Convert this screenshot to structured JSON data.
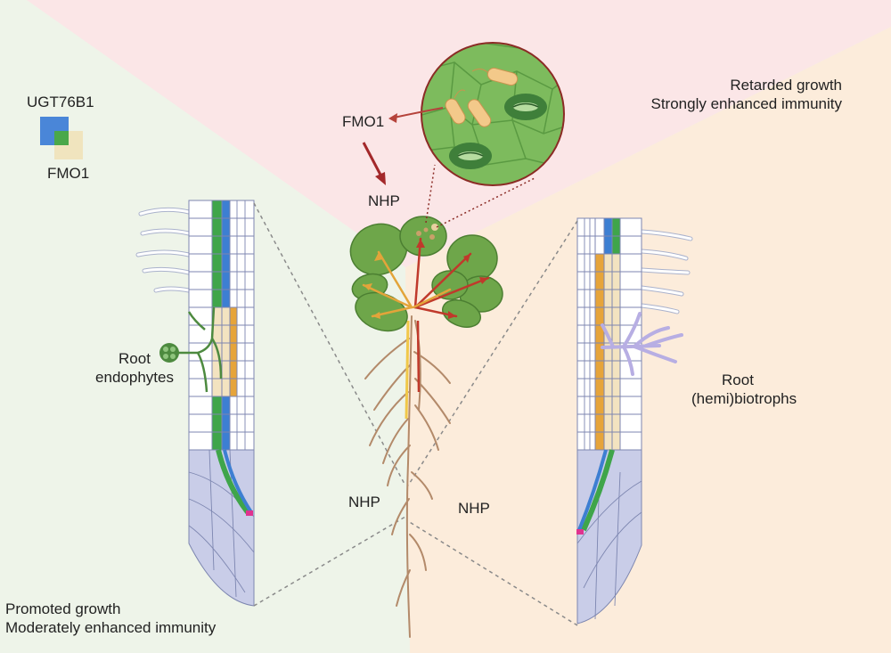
{
  "legend": {
    "ugt_label": "UGT76B1",
    "fmo_label": "FMO1",
    "colors": {
      "ugt": "#4a86d8",
      "fmo": "#f0e4be",
      "overlap": "#4aa84a"
    }
  },
  "top_right": {
    "line1": "Retarded growth",
    "line2": "Strongly enhanced immunity"
  },
  "bottom_left": {
    "line1": "Promoted growth",
    "line2": "Moderately enhanced immunity"
  },
  "center": {
    "fmo1_label": "FMO1",
    "nhp_top": "NHP",
    "nhp_left": "NHP",
    "nhp_right": "NHP"
  },
  "left_root": {
    "line1": "Root",
    "line2": "endophytes"
  },
  "right_root": {
    "line1": "Root",
    "line2": "(hemi)biotrophs"
  },
  "colors": {
    "bg_green": "#eef4e9",
    "bg_pink": "#fbe6e7",
    "bg_peach": "#fcecdb",
    "leaf": "#6ea64a",
    "arrow_red": "#c0392b",
    "arrow_yellow": "#e3a43a",
    "cortex_green": "#3fa54a",
    "endo_blue": "#3d7fd2",
    "pericycle_orange": "#e6a43a",
    "root_cap": "#c9cde8",
    "hypha_lilac": "#b7aee3"
  }
}
